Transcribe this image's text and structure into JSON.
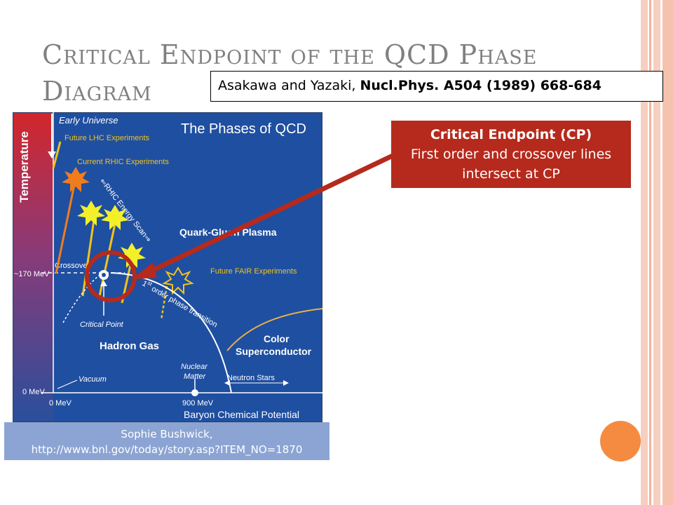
{
  "slide": {
    "title": "Critical Endpoint of the QCD Phase Diagram",
    "citation": {
      "authors": "Asakawa and Yazaki, ",
      "journal": "Nucl.Phys. A504 (1989) 668-684"
    },
    "callout": {
      "title": "Critical Endpoint (CP)",
      "body": "First order and crossover lines intersect at CP"
    },
    "credit": {
      "name": "Sophie Bushwick,",
      "url": "http://www.bnl.gov/today/story.asp?ITEM_NO=1870"
    }
  },
  "diagram": {
    "title": "The Phases of QCD",
    "y_axis_label": "Temperature",
    "x_axis_label": "Baryon Chemical Potential",
    "labels": {
      "early_universe": "Early Universe",
      "future_lhc": "Future LHC Experiments",
      "current_rhic": "Current RHIC Experiments",
      "rhic_scan": "⇐RHIC Energy Scan⇒",
      "qgp": "Quark-Gluon Plasma",
      "crossover": "Crossover",
      "mev170": "~170 MeV",
      "future_fair": "Future FAIR Experiments",
      "first_order_sup": "st",
      "first_order_1": "1",
      "first_order_text": " order phase transition",
      "critical_point": "Critical Point",
      "hadron_gas": "Hadron Gas",
      "color": "Color",
      "superconductor": "Superconductor",
      "nuclear": "Nuclear",
      "matter": "Matter",
      "vacuum": "Vacuum",
      "neutron_stars": "Neutron Stars",
      "mev0_y": "0 MeV",
      "mev0_x": "0 MeV",
      "mev900": "900 MeV"
    },
    "colors": {
      "background": "#1f4fa0",
      "phase_line": "#ffffff",
      "arrow_yellow": "#f3c21b",
      "arrow_orange": "#f07c1e",
      "highlight": "#b52a1c"
    }
  }
}
